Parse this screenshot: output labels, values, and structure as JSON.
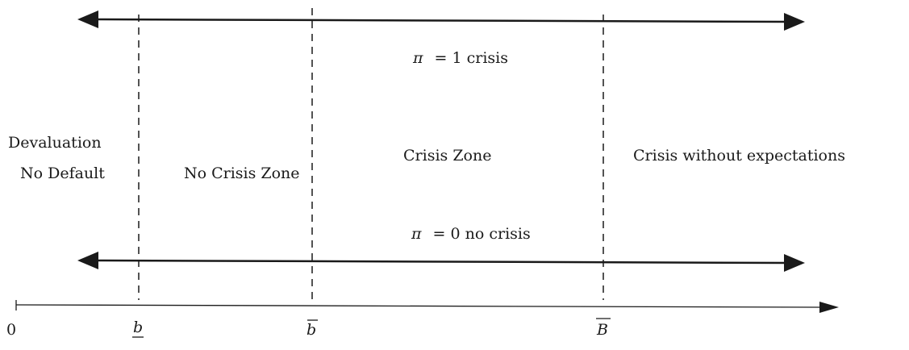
{
  "diagram": {
    "top_line_label": {
      "symbol": "π",
      "value": "= 1 crisis"
    },
    "bottom_line_label": {
      "symbol": "π",
      "value": "= 0 no crisis"
    },
    "regions": {
      "devaluation": [
        "Devaluation",
        "No Default"
      ],
      "no_crisis": "No Crisis Zone",
      "crisis": "Crisis Zone",
      "crisis_without_expectations": "Crisis without expectations"
    },
    "axis_ticks": {
      "origin": "0",
      "lower_threshold": "b",
      "upper_threshold": "b",
      "upper_bound": "B"
    },
    "colors": {
      "ink": "#1a1a1a",
      "background": "#ffffff"
    }
  }
}
